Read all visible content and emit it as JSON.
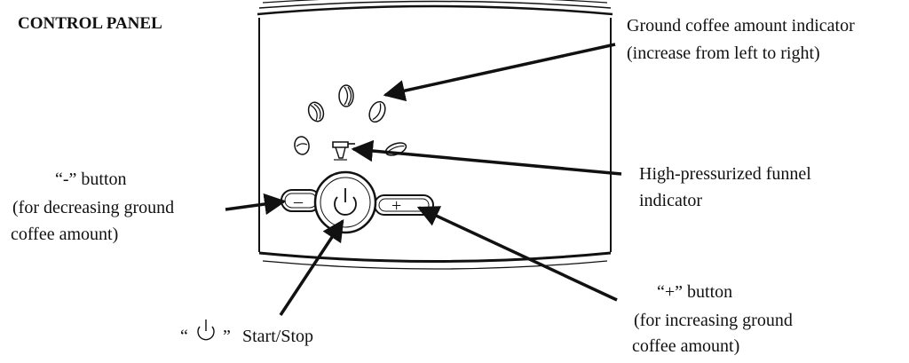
{
  "title": "CONTROL PANEL",
  "callouts": {
    "ground_coffee_indicator": {
      "line1": "Ground coffee amount indicator",
      "line2": "(increase from left to right)"
    },
    "funnel_indicator": {
      "line1": "High-pressurized funnel",
      "line2": "indicator"
    },
    "minus_button": {
      "line1": "“-” button",
      "line2": "(for decreasing ground",
      "line3": "coffee amount)"
    },
    "plus_button": {
      "line1": "“+” button",
      "line2": "(for increasing ground",
      "line3": "coffee amount)"
    },
    "start_stop": {
      "open_quote": "“",
      "close_quote": "”",
      "label": "Start/Stop"
    }
  },
  "buttons": {
    "minus_symbol": "–",
    "plus_symbol": "+"
  },
  "icons": {
    "power": "power-icon",
    "coffee_bean": "coffee-bean-icon",
    "funnel": "funnel-icon"
  },
  "colors": {
    "ink": "#111111",
    "background": "#ffffff"
  }
}
